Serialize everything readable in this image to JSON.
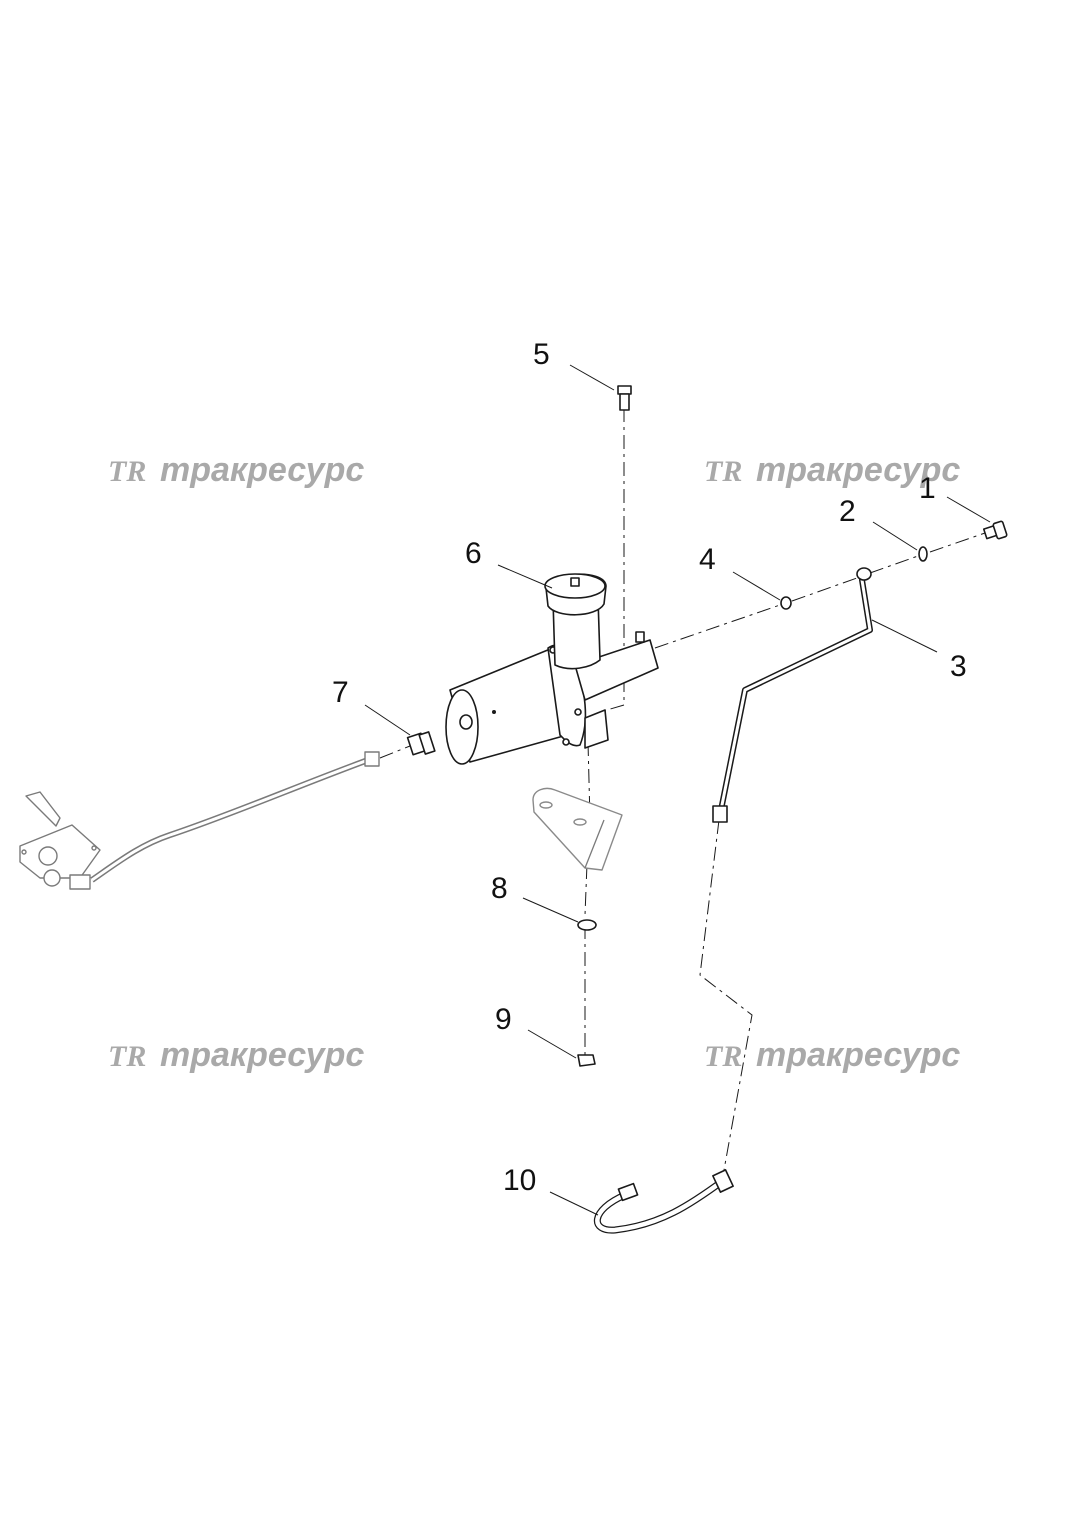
{
  "watermarks": [
    {
      "logo": "TR",
      "text": "тракресурс"
    },
    {
      "logo": "TR",
      "text": "тракресурс"
    },
    {
      "logo": "TR",
      "text": "тракресурс"
    },
    {
      "logo": "TR",
      "text": "тракресурс"
    }
  ],
  "callouts": [
    "1",
    "2",
    "3",
    "4",
    "5",
    "6",
    "7",
    "8",
    "9",
    "10"
  ],
  "colors": {
    "line": "#1a1a1a",
    "watermark": "#a9a9a9",
    "ghost_part": "#7a7a7a"
  }
}
